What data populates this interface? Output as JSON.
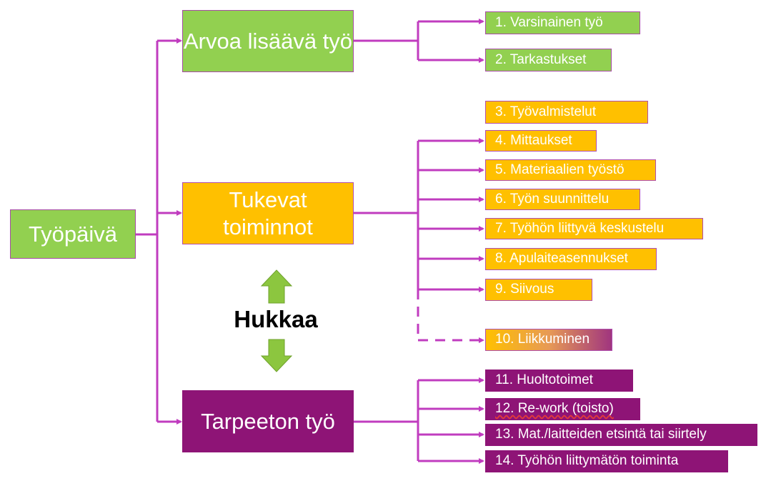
{
  "root": {
    "label": "Työpäivä"
  },
  "categories": {
    "value_adding": "Arvoa lisäävä työ",
    "supporting": "Tukevat toiminnot",
    "unnecessary": "Tarpeeton työ"
  },
  "waste_label": "Hukkaa",
  "items": [
    {
      "label": "1. Varsinainen työ"
    },
    {
      "label": "2. Tarkastukset"
    },
    {
      "label": "3. Työvalmistelut"
    },
    {
      "label": "4. Mittaukset"
    },
    {
      "label": "5. Materiaalien työstö"
    },
    {
      "label": "6. Työn suunnittelu"
    },
    {
      "label": "7. Työhön liittyvä keskustelu"
    },
    {
      "label": "8. Apulaiteasennukset"
    },
    {
      "label": "9. Siivous"
    },
    {
      "label": "10. Liikkuminen"
    },
    {
      "label": "11. Huoltotoimet"
    },
    {
      "label": "12. Re-work (toisto)"
    },
    {
      "label": "13. Mat./laitteiden etsintä tai siirtely"
    },
    {
      "label": "14. Työhön liittymätön toiminta"
    }
  ],
  "colors": {
    "value_adding": "#92d050",
    "supporting": "#ffc000",
    "unnecessary": "#8e1476",
    "connector": "#c03cbf",
    "arrow": "#8cc63f"
  }
}
